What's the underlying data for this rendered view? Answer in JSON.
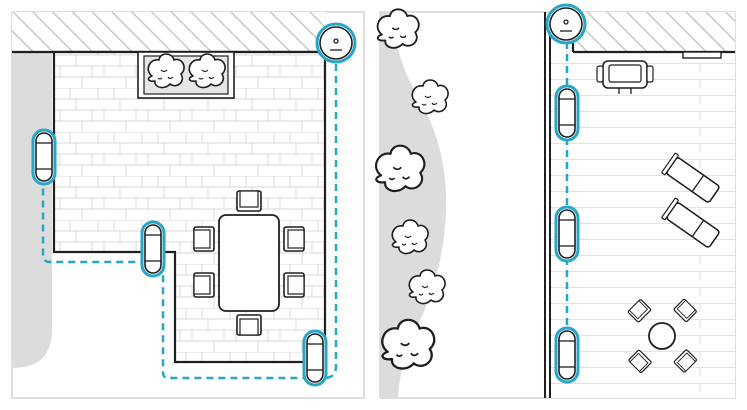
{
  "diagram": {
    "panels": [
      {
        "id": "patio",
        "items": [
          "house-wall",
          "planter-box",
          "dining-table",
          "chairs",
          "access-point",
          "extender-pods",
          "cable-route"
        ]
      },
      {
        "id": "deck",
        "items": [
          "house-wall",
          "garden-shrubs",
          "lounge-chairs",
          "grill",
          "bistro-table",
          "access-point",
          "extender-pods",
          "cable-route"
        ]
      }
    ],
    "colors": {
      "outline": "#1f1f1f",
      "hatch": "#c8c8c8",
      "path_gray": "#dcdcdc",
      "cable": "#27a6c6",
      "tile_line": "#d9d9d9",
      "plank_line": "#e2e2e2",
      "background": "#ffffff"
    },
    "icons": [
      "router-icon",
      "extender-pod-icon",
      "shrub-icon",
      "chair-icon",
      "lounger-icon",
      "grill-icon",
      "table-icon"
    ]
  }
}
